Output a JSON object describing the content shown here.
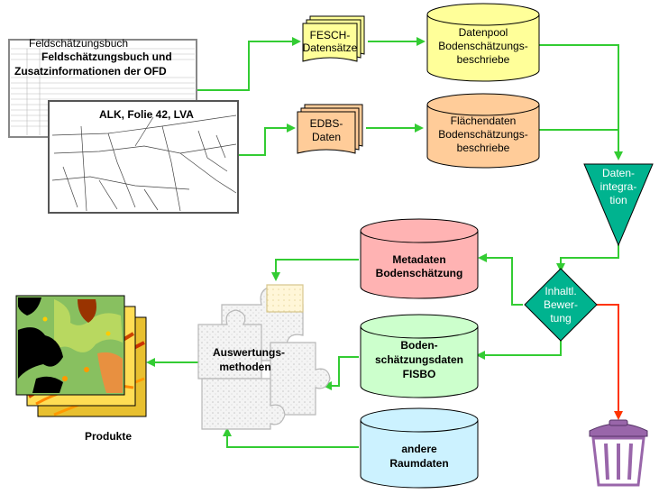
{
  "doc1": {
    "line1": "Feldschätzungsbuch und",
    "line2": "Zusatzinformationen der OFD",
    "header": "Feldschätzungsbuch"
  },
  "doc2": {
    "title": "ALK, Folie 42, LVA"
  },
  "fesch": {
    "line1": "FESCH-",
    "line2": "Datensätze"
  },
  "edbs": {
    "line1": "EDBS-",
    "line2": "Daten"
  },
  "datenpool": {
    "line1": "Datenpool",
    "line2": "Bodenschätzungs-",
    "line3": "beschriebe"
  },
  "flaechen": {
    "line1": "Flächendaten",
    "line2": "Bodenschätzungs-",
    "line3": "beschriebe"
  },
  "integration": {
    "line1": "Daten-",
    "line2": "integra-",
    "line3": "tion"
  },
  "bewertung": {
    "line1": "Inhaltl.",
    "line2": "Bewer-",
    "line3": "tung"
  },
  "metadaten": {
    "line1": "Metadaten",
    "line2": "Bodenschätzung"
  },
  "fisbo": {
    "line1": "Boden-",
    "line2": "schätzungsdaten",
    "line3": "FISBO"
  },
  "raumdaten": {
    "line1": "andere",
    "line2": "Raumdaten"
  },
  "methoden": {
    "line1": "Auswertungs-",
    "line2": "methoden"
  },
  "produkte": {
    "label": "Produkte"
  },
  "colors": {
    "green_arrow": "#33cc33",
    "red_arrow": "#ff3300",
    "yellow": "#ffff99",
    "orange": "#ffcc99",
    "pink": "#ffb3b3",
    "lightgreen": "#ccffcc",
    "cyan": "#ccf2ff",
    "teal": "#00b38f",
    "trash": "#9966aa"
  }
}
